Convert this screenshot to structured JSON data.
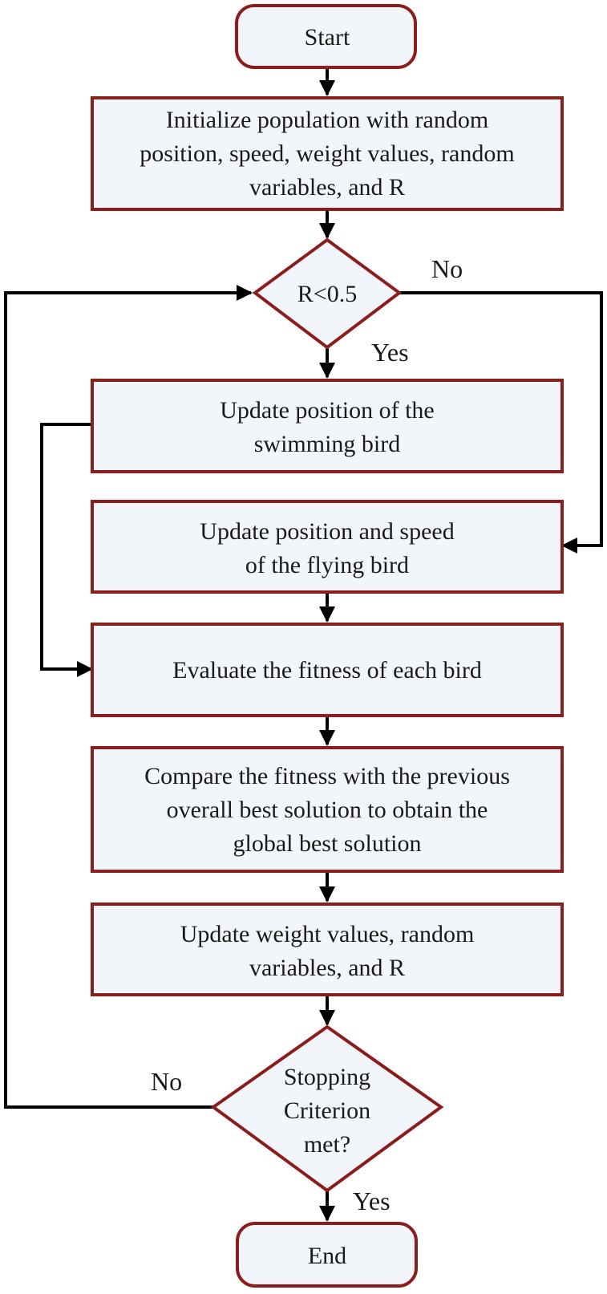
{
  "flowchart": {
    "start": "Start",
    "init": [
      "Initialize population with random",
      "position, speed, weight values, random",
      "variables, and R"
    ],
    "decision1": "R<0.5",
    "decision1_no": "No",
    "decision1_yes": "Yes",
    "swim": [
      "Update position of the",
      "swimming bird"
    ],
    "fly": [
      "Update position and speed",
      "of the flying bird"
    ],
    "evaluate": "Evaluate the fitness of each bird",
    "compare": [
      "Compare the fitness with the previous",
      "overall best solution to obtain the",
      "global best solution"
    ],
    "update": [
      "Update weight values, random",
      "variables, and R"
    ],
    "decision2": [
      "Stopping",
      "Criterion",
      "met?"
    ],
    "decision2_no": "No",
    "decision2_yes": "Yes",
    "end": "End"
  },
  "colors": {
    "box_fill": "#f2f6fa",
    "box_stroke": "#8b1d1d",
    "arrow": "#000000"
  }
}
